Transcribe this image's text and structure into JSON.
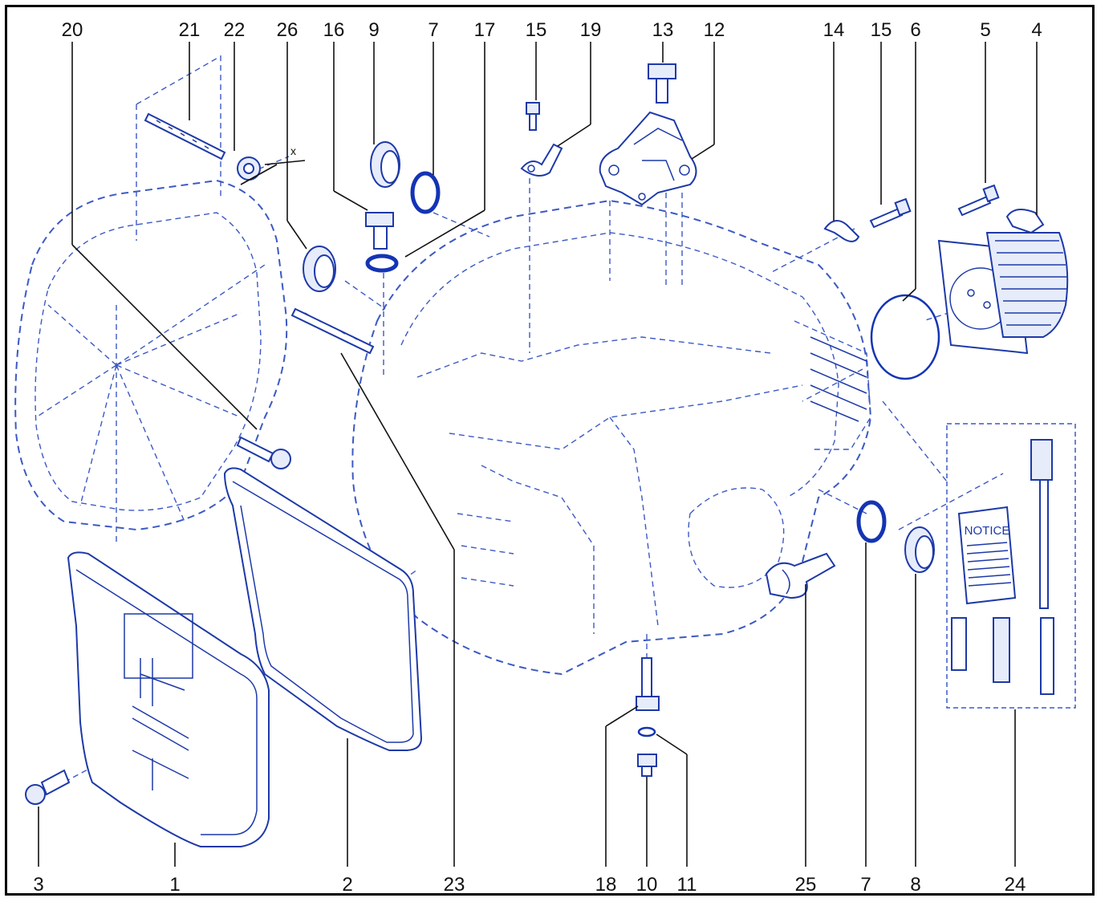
{
  "callouts": [
    {
      "id": "c20",
      "text": "20"
    },
    {
      "id": "c21",
      "text": "21"
    },
    {
      "id": "c22",
      "text": "22"
    },
    {
      "id": "c26",
      "text": "26"
    },
    {
      "id": "c16",
      "text": "16"
    },
    {
      "id": "c9",
      "text": "9"
    },
    {
      "id": "c7a",
      "text": "7"
    },
    {
      "id": "c17",
      "text": "17"
    },
    {
      "id": "c15a",
      "text": "15"
    },
    {
      "id": "c19",
      "text": "19"
    },
    {
      "id": "c13",
      "text": "13"
    },
    {
      "id": "c12",
      "text": "12"
    },
    {
      "id": "c14",
      "text": "14"
    },
    {
      "id": "c15b",
      "text": "15"
    },
    {
      "id": "c6",
      "text": "6"
    },
    {
      "id": "c5",
      "text": "5"
    },
    {
      "id": "c4",
      "text": "4"
    },
    {
      "id": "c3",
      "text": "3"
    },
    {
      "id": "c1",
      "text": "1"
    },
    {
      "id": "c2",
      "text": "2"
    },
    {
      "id": "c23",
      "text": "23"
    },
    {
      "id": "c18",
      "text": "18"
    },
    {
      "id": "c10",
      "text": "10"
    },
    {
      "id": "c11",
      "text": "11"
    },
    {
      "id": "c25",
      "text": "25"
    },
    {
      "id": "c7b",
      "text": "7"
    },
    {
      "id": "c8",
      "text": "8"
    },
    {
      "id": "c24",
      "text": "24"
    }
  ],
  "service_kit": {
    "notice_label": "NOTICE"
  },
  "dimension_mark": "x",
  "colors": {
    "line_art": "#1d39a8",
    "hidden_lines": "#3c59c4",
    "labels": "#111111",
    "frame": "#000000"
  }
}
